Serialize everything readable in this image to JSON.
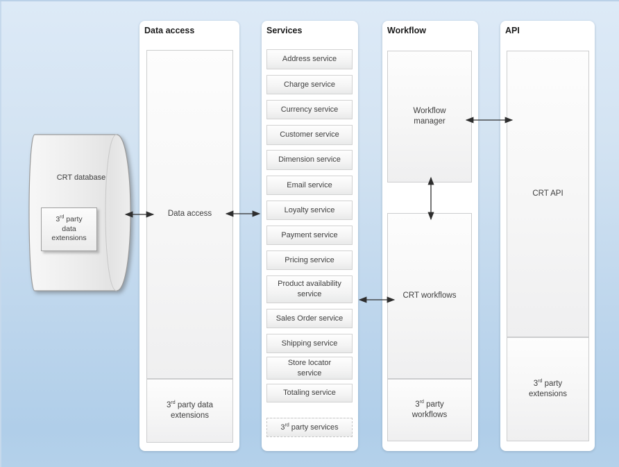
{
  "diagram": {
    "database": {
      "label": "CRT database",
      "extension": {
        "pre": "3",
        "sup": "rd",
        "post": " party\ndata\nextensions"
      }
    },
    "columns": {
      "data_access": {
        "title": "Data access",
        "main_label": "Data access",
        "third_party": {
          "pre": "3",
          "sup": "rd",
          "post": " party data\nextensions"
        }
      },
      "services": {
        "title": "Services",
        "items": [
          "Address service",
          "Charge service",
          "Currency service",
          "Customer service",
          "Dimension service",
          "Email service",
          "Loyalty service",
          "Payment service",
          "Pricing service",
          "Product availability\nservice",
          "Sales Order service",
          "Shipping service",
          "Store locator\nservice",
          "Totaling service"
        ],
        "third_party": {
          "pre": "3",
          "sup": "rd",
          "post": " party services"
        }
      },
      "workflow": {
        "title": "Workflow",
        "manager_label": "Workflow\nmanager",
        "crt_workflows_label": "CRT workflows",
        "third_party": {
          "pre": "3",
          "sup": "rd",
          "post": " party\nworkflows"
        }
      },
      "api": {
        "title": "API",
        "main_label": "CRT API",
        "third_party": {
          "pre": "3",
          "sup": "rd",
          "post": " party\nextensions"
        }
      }
    },
    "colors": {
      "background_top": "#dce9f6",
      "background_bottom": "#b2cfe9",
      "arrow": "#2e2e2e"
    }
  }
}
